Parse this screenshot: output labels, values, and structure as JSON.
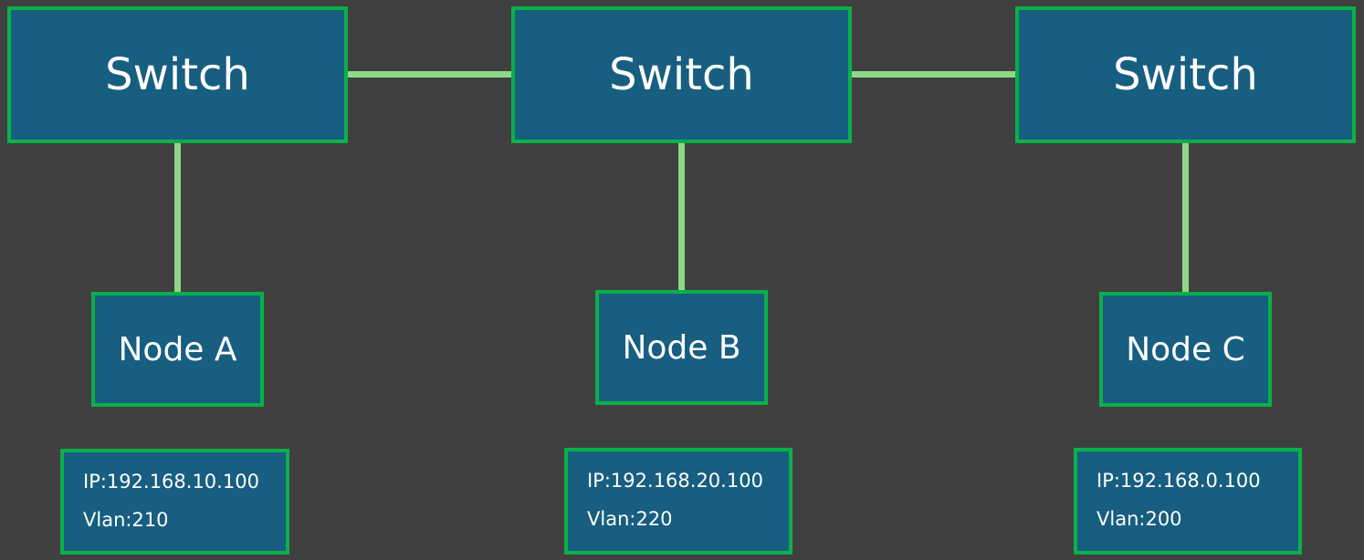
{
  "switches": [
    {
      "label": "Switch"
    },
    {
      "label": "Switch"
    },
    {
      "label": "Switch"
    }
  ],
  "nodes": [
    {
      "label": "Node A",
      "ip": "IP:192.168.10.100",
      "vlan": "Vlan:210"
    },
    {
      "label": "Node B",
      "ip": "IP:192.168.20.100",
      "vlan": "Vlan:220"
    },
    {
      "label": "Node C",
      "ip": "IP:192.168.0.100",
      "vlan": "Vlan:200"
    }
  ],
  "colors": {
    "background": "#404040",
    "box_fill": "#175e80",
    "box_border": "#0ab04a",
    "link": "#8fd88a",
    "text": "#ffffff"
  }
}
